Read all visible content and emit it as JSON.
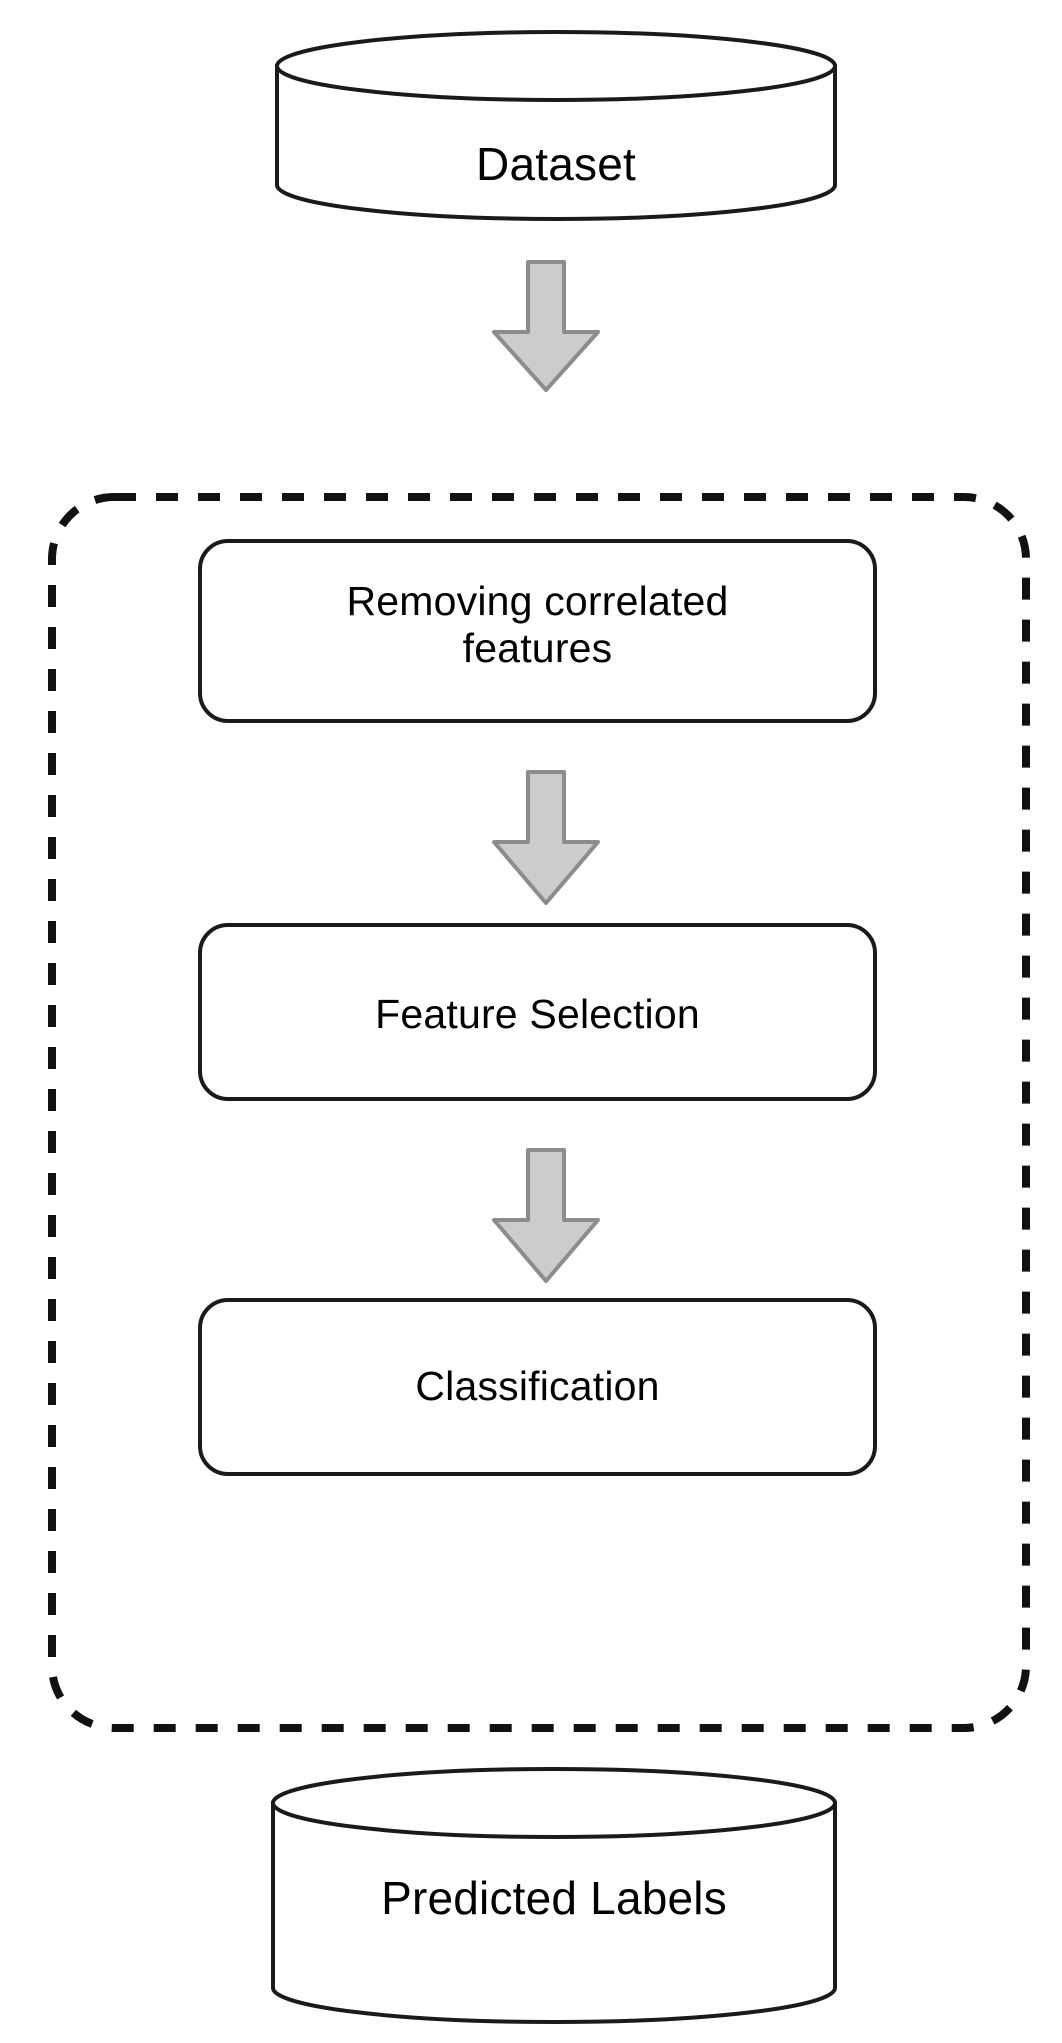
{
  "diagram": {
    "title": "Machine learning classification pipeline flowchart",
    "orientation": "top-to-bottom",
    "colors": {
      "stroke": "#1a1a1a",
      "arrow_fill": "#cccccc",
      "arrow_stroke": "#808080",
      "text": "#000000",
      "background": "#ffffff"
    },
    "nodes": {
      "dataset": {
        "label": "Dataset",
        "shape": "cylinder"
      },
      "removing_correlated_features": {
        "label": "Removing correlated\nfeatures",
        "shape": "rounded-rectangle"
      },
      "feature_selection": {
        "label": "Feature Selection",
        "shape": "rounded-rectangle"
      },
      "classification": {
        "label": "Classification",
        "shape": "rounded-rectangle"
      },
      "predicted_labels": {
        "label": "Predicted Labels",
        "shape": "cylinder"
      }
    },
    "group": {
      "name": "processing-pipeline-group",
      "shape": "rounded-rectangle",
      "border_style": "dashed",
      "label": ""
    },
    "edges": [
      {
        "name": "dataset-to-group",
        "from": "dataset",
        "to": "removing_correlated_features",
        "glyph": "down-arrow"
      },
      {
        "name": "removing-to-feature",
        "from": "removing_correlated_features",
        "to": "feature_selection",
        "glyph": "down-arrow"
      },
      {
        "name": "feature-to-classification",
        "from": "feature_selection",
        "to": "classification",
        "glyph": "down-arrow"
      },
      {
        "name": "group-to-predicted",
        "from": "classification",
        "to": "predicted_labels",
        "glyph": "down-arrow"
      }
    ]
  }
}
